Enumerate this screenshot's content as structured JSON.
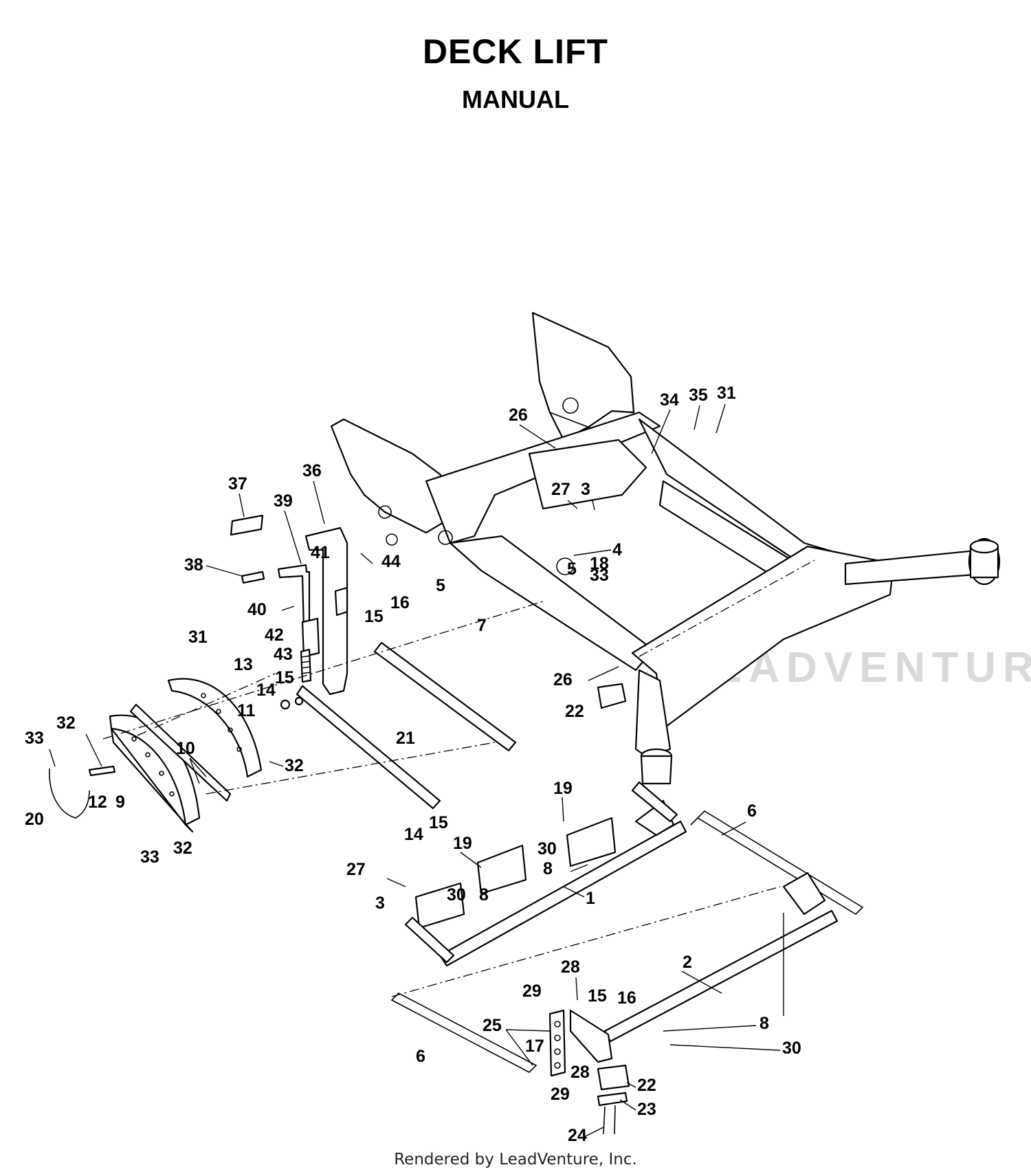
{
  "header": {
    "title": "DECK LIFT",
    "subtitle": "MANUAL"
  },
  "watermark": "LEADVENTURE",
  "footer": "Rendered by LeadVenture, Inc.",
  "callouts": [
    {
      "n": "26"
    },
    {
      "n": "34"
    },
    {
      "n": "35"
    },
    {
      "n": "31"
    },
    {
      "n": "36"
    },
    {
      "n": "37"
    },
    {
      "n": "39"
    },
    {
      "n": "27"
    },
    {
      "n": "3"
    },
    {
      "n": "41"
    },
    {
      "n": "4"
    },
    {
      "n": "38"
    },
    {
      "n": "44"
    },
    {
      "n": "5"
    },
    {
      "n": "18"
    },
    {
      "n": "33"
    },
    {
      "n": "40"
    },
    {
      "n": "16"
    },
    {
      "n": "15"
    },
    {
      "n": "5"
    },
    {
      "n": "7"
    },
    {
      "n": "42"
    },
    {
      "n": "31"
    },
    {
      "n": "43"
    },
    {
      "n": "13"
    },
    {
      "n": "26"
    },
    {
      "n": "15"
    },
    {
      "n": "14"
    },
    {
      "n": "11"
    },
    {
      "n": "22"
    },
    {
      "n": "33"
    },
    {
      "n": "32"
    },
    {
      "n": "10"
    },
    {
      "n": "21"
    },
    {
      "n": "32"
    },
    {
      "n": "12"
    },
    {
      "n": "9"
    },
    {
      "n": "20"
    },
    {
      "n": "19"
    },
    {
      "n": "6"
    },
    {
      "n": "15"
    },
    {
      "n": "14"
    },
    {
      "n": "32"
    },
    {
      "n": "33"
    },
    {
      "n": "19"
    },
    {
      "n": "30"
    },
    {
      "n": "8"
    },
    {
      "n": "27"
    },
    {
      "n": "1"
    },
    {
      "n": "30"
    },
    {
      "n": "8"
    },
    {
      "n": "3"
    },
    {
      "n": "28"
    },
    {
      "n": "2"
    },
    {
      "n": "29"
    },
    {
      "n": "15"
    },
    {
      "n": "16"
    },
    {
      "n": "25"
    },
    {
      "n": "8"
    },
    {
      "n": "17"
    },
    {
      "n": "30"
    },
    {
      "n": "6"
    },
    {
      "n": "28"
    },
    {
      "n": "22"
    },
    {
      "n": "29"
    },
    {
      "n": "23"
    },
    {
      "n": "24"
    }
  ]
}
